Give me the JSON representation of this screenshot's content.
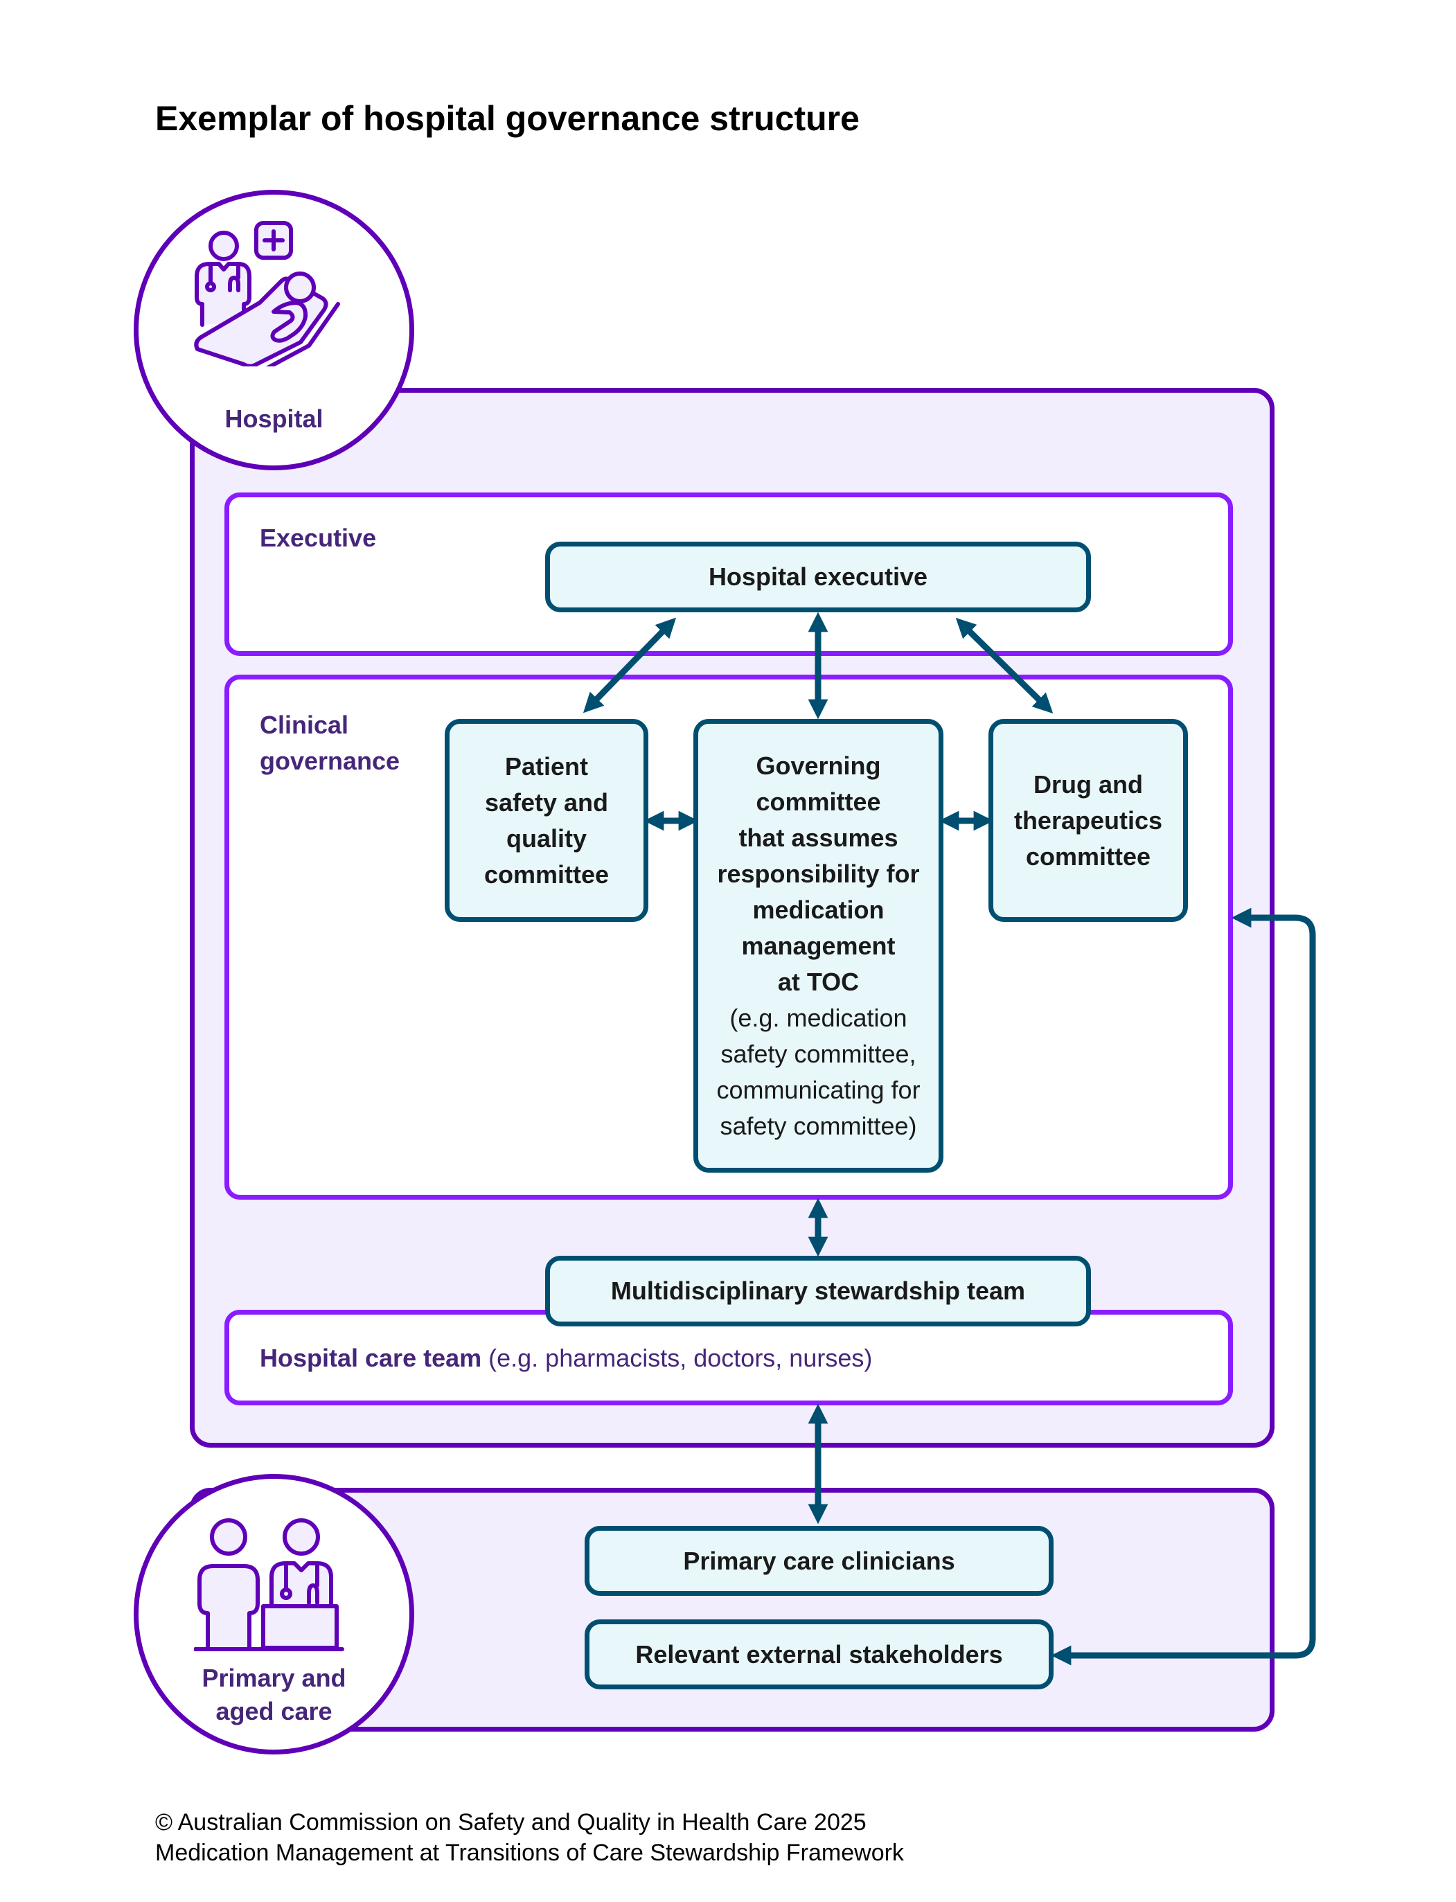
{
  "title": "Exemplar of hospital governance structure",
  "hospital": {
    "icon": "hospital-bed-doctor-icon",
    "label": "Hospital",
    "executive": {
      "label": "Executive",
      "hospital_executive": "Hospital executive"
    },
    "clinical_governance": {
      "label_line1": "Clinical",
      "label_line2": "governance",
      "patient_safety": [
        "Patient",
        "safety and",
        "quality",
        "committee"
      ],
      "governing_committee": {
        "bold_lines": [
          "Governing",
          "committee",
          "that assumes",
          "responsibility for",
          "medication",
          "management",
          "at TOC"
        ],
        "sub_lines": [
          "(e.g. medication",
          "safety committee,",
          "communicating for",
          "safety committee)"
        ]
      },
      "drug_therapeutics": [
        "Drug and",
        "therapeutics",
        "committee"
      ]
    },
    "stewardship_team": "Multidisciplinary stewardship team",
    "care_team": {
      "label_bold": "Hospital care team",
      "label_detail": " (e.g. pharmacists, doctors, nurses)"
    }
  },
  "primary": {
    "icon": "patient-doctor-desk-icon",
    "label_line1": "Primary and",
    "label_line2": "aged care",
    "primary_care_clinicians": "Primary care clinicians",
    "external_stakeholders": "Relevant external stakeholders"
  },
  "footer": {
    "line1": "© Australian Commission on Safety and Quality in Health Care 2025",
    "line2": "Medication Management at Transitions of Care Stewardship Framework"
  },
  "colors": {
    "outer_border": "#5f00b8",
    "section_border": "#8a1dff",
    "outer_fill": "#f3eefe",
    "box_border": "#004f70",
    "box_fill": "#e8f7fa",
    "label_text": "#46267a",
    "arrow": "#004f70"
  }
}
